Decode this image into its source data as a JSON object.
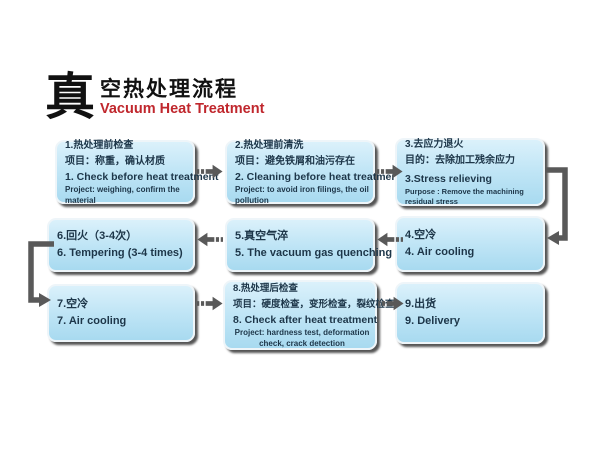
{
  "title": {
    "big_char": "真",
    "main": "空热处理流程",
    "subtitle": "Vacuum Heat Treatment"
  },
  "colors": {
    "subtitle_red": "#c0272d",
    "box_fill_top": "#dbf1fb",
    "box_fill_bottom": "#a8daf0",
    "box_text": "#1d3649",
    "arrow_gray": "#595959"
  },
  "steps": [
    {
      "zh1": "1.热处理前检查",
      "zh2": "项目：称重，确认材质",
      "en": "1. Check before heat treatment",
      "detail": "Project: weighing, confirm the material"
    },
    {
      "zh1": "2.热处理前清洗",
      "zh2": "项目：避免铁屑和油污存在",
      "en": "2. Cleaning before heat treatment",
      "detail": "Project: to avoid iron filings, the oil pollution"
    },
    {
      "zh1": "3.去应力退火",
      "zh2": "目的：去除加工残余应力",
      "en": "3.Stress relieving",
      "detail": "Purpose : Remove the machining residual stress"
    },
    {
      "zh1": "4.空冷",
      "en": "4. Air cooling"
    },
    {
      "zh1": "5.真空气淬",
      "en": "5. The vacuum gas quenching"
    },
    {
      "zh1": "6.回火（3-4次）",
      "en": "6. Tempering (3-4 times)"
    },
    {
      "zh1": "7.空冷",
      "en": "7. Air cooling"
    },
    {
      "zh1": "8.热处理后检查",
      "zh2": "项目：硬度检查，变形检查，裂纹检查",
      "en": "8. Check after heat treatment",
      "detail": "Project: hardness test, deformation check, crack detection"
    },
    {
      "zh1": "9.出货",
      "en": "9. Delivery"
    }
  ]
}
